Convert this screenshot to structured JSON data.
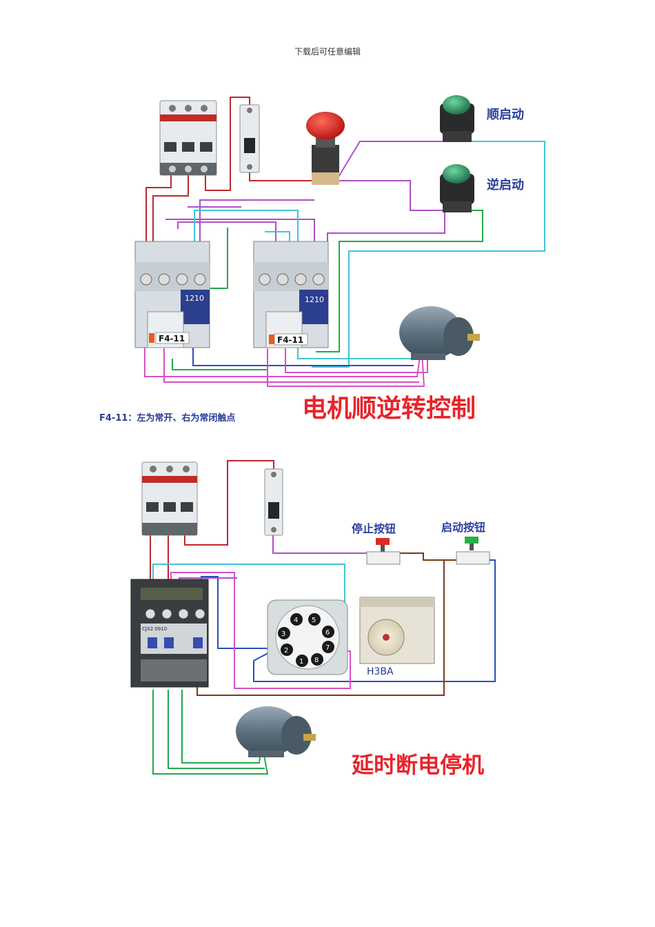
{
  "header": {
    "text": "下载后可任意编辑"
  },
  "diagram1": {
    "title": "电机顺逆转控制",
    "note": "F4-11：左为常开、右为常闭触点",
    "forward_start_label": "顺启动",
    "reverse_start_label": "逆启动",
    "contactor_left_model": "1210",
    "contactor_right_model": "1210",
    "aux_left_label": "F4-11",
    "aux_right_label": "F4-11"
  },
  "diagram2": {
    "title": "延时断电停机",
    "stop_button_label": "停止按钮",
    "start_button_label": "启动按钮",
    "timer_model": "H3BA",
    "contactor_model": "CJX2\n0910",
    "socket_pins": [
      "1",
      "2",
      "3",
      "4",
      "5",
      "6",
      "7",
      "8"
    ]
  },
  "colors": {
    "title_red": "#e8242a",
    "label_blue": "#2a3d9a",
    "wire_red": "#c0262c",
    "wire_purple": "#b04ec8",
    "wire_cyan": "#3fc6d6",
    "wire_green": "#22a84a",
    "wire_blue": "#2a4fb8",
    "wire_pink": "#d84fc8",
    "wire_brown": "#7a3a1c"
  }
}
